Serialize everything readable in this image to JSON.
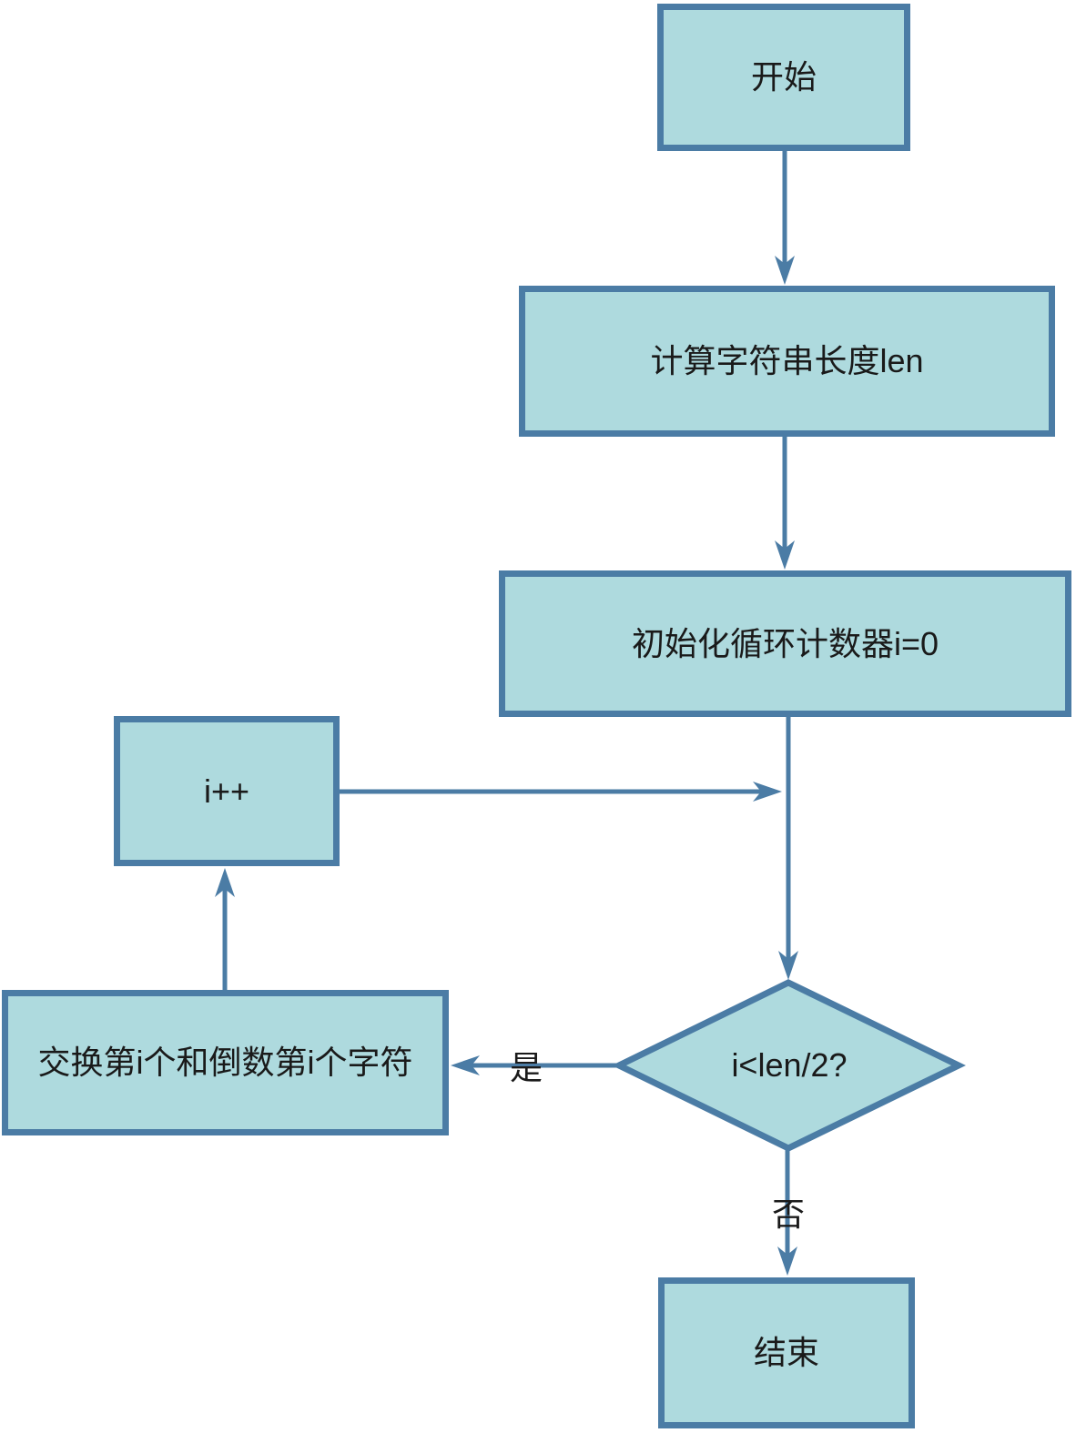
{
  "flowchart": {
    "nodes": {
      "start": "开始",
      "calc_length": "计算字符串长度len",
      "init_counter": "初始化循环计数器i=0",
      "increment": "i++",
      "swap": "交换第i个和倒数第i个字符",
      "condition": "i<len/2?",
      "end": "结束"
    },
    "edge_labels": {
      "yes": "是",
      "no": "否"
    },
    "colors": {
      "node_fill": "#aedade",
      "node_border": "#4b7ca5",
      "connector": "#4b7ca5",
      "text": "#1a1a1a"
    }
  }
}
